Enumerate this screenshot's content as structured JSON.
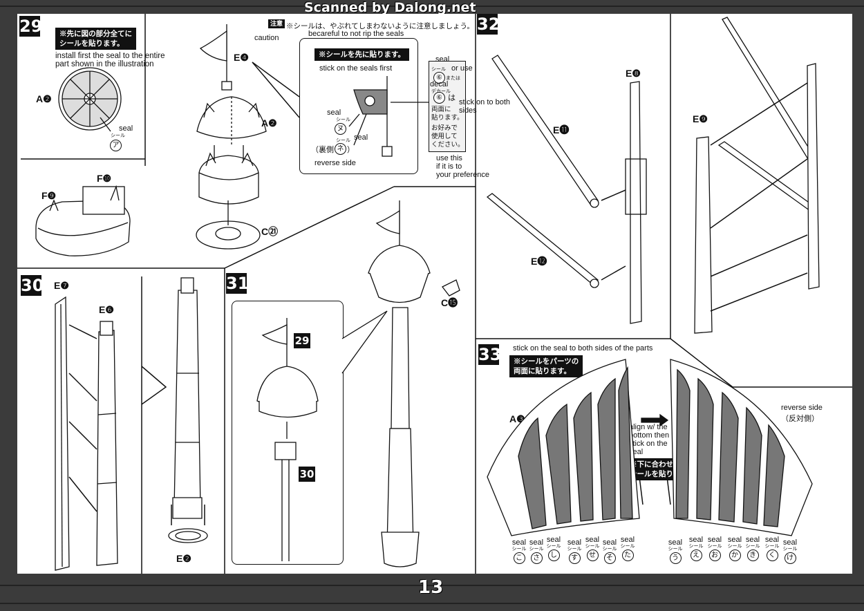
{
  "header": {
    "scanned_by": "Scanned by Dalong.net"
  },
  "page_number": "13",
  "steps": {
    "s29": {
      "number": "29",
      "jp_note": "※先に図の部分全てに\nシールを貼ります。",
      "en_note": "install first the seal to the entire\npart shown in the illustration",
      "caution_badge": "注意",
      "caution_en": "caution",
      "caution_jp": "※シールは、やぶれてしまわないように注意しましょう。",
      "caution_desc": "becareful to not rip the seals",
      "bubble_jp": "※シールを先に貼ります。",
      "bubble_en": "stick on the seals first",
      "parts": {
        "a2": "A❷",
        "e4": "E❹",
        "a2b": "A❷",
        "c21": "C㉑",
        "f9": "F❾",
        "f10": "F❿"
      },
      "seal_a": {
        "en": "seal",
        "sub": "シール",
        "kana": "ア"
      },
      "seal_nu": {
        "en": "seal",
        "sub": "シール",
        "kana": "ヌ"
      },
      "seal_ne": {
        "en": "seal",
        "sub": "シール",
        "kana": "ネ",
        "prefix": "（裏側",
        "suffix": "）"
      },
      "reverse_side": "reverse side",
      "side_box": {
        "seal": "seal",
        "or_use": "or use",
        "decal": "decal",
        "sticker_sub": "シール",
        "num": "⑥",
        "mata": "または",
        "decal_sub": "デカール",
        "wa": "は",
        "both_jp": "両面に\n貼ります。",
        "both_en": "stick on to both\nsides",
        "pref_jp": "お好みで\n使用して\nください。",
        "pref_en": "use this\nif it is to\nyour preference"
      }
    },
    "s30": {
      "number": "30",
      "parts": {
        "e7": "E❼",
        "e6": "E❻",
        "e2": "E❷"
      }
    },
    "s31": {
      "number": "31",
      "parts": {
        "c15": "C⓯"
      },
      "ref29": "29",
      "ref30": "30"
    },
    "s32": {
      "number": "32",
      "parts": {
        "e11": "E⓫",
        "e8": "E❽",
        "e12": "E⓬",
        "e9": "E❾"
      }
    },
    "s33": {
      "number": "33",
      "en_note": "stick on the seal to both sides of the parts",
      "jp_note": "※シールをパーツの\n両面に貼ります。",
      "part": "A❸",
      "reverse_en": "reverse side",
      "reverse_jp": "（反対側）",
      "align_en": "align w/ the\nbottom then\nstick on the\nseal",
      "align_jp": "※下に合わせて\nシールを貼ります。",
      "seals_left": [
        {
          "en": "seal",
          "sub": "シール",
          "kana": "こ"
        },
        {
          "en": "seal",
          "sub": "シール",
          "kana": "さ"
        },
        {
          "en": "seal",
          "sub": "シール",
          "kana": "し"
        },
        {
          "en": "seal",
          "sub": "シール",
          "kana": "す"
        },
        {
          "en": "seal",
          "sub": "シール",
          "kana": "せ"
        },
        {
          "en": "seal",
          "sub": "シール",
          "kana": "そ"
        },
        {
          "en": "seal",
          "sub": "シール",
          "kana": "た"
        }
      ],
      "seals_right": [
        {
          "en": "seal",
          "sub": "シール",
          "kana": "う"
        },
        {
          "en": "seal",
          "sub": "シール",
          "kana": "え"
        },
        {
          "en": "seal",
          "sub": "シール",
          "kana": "お"
        },
        {
          "en": "seal",
          "sub": "シール",
          "kana": "か"
        },
        {
          "en": "seal",
          "sub": "シール",
          "kana": "き"
        },
        {
          "en": "seal",
          "sub": "シール",
          "kana": "く"
        },
        {
          "en": "seal",
          "sub": "シール",
          "kana": "け"
        }
      ]
    }
  }
}
